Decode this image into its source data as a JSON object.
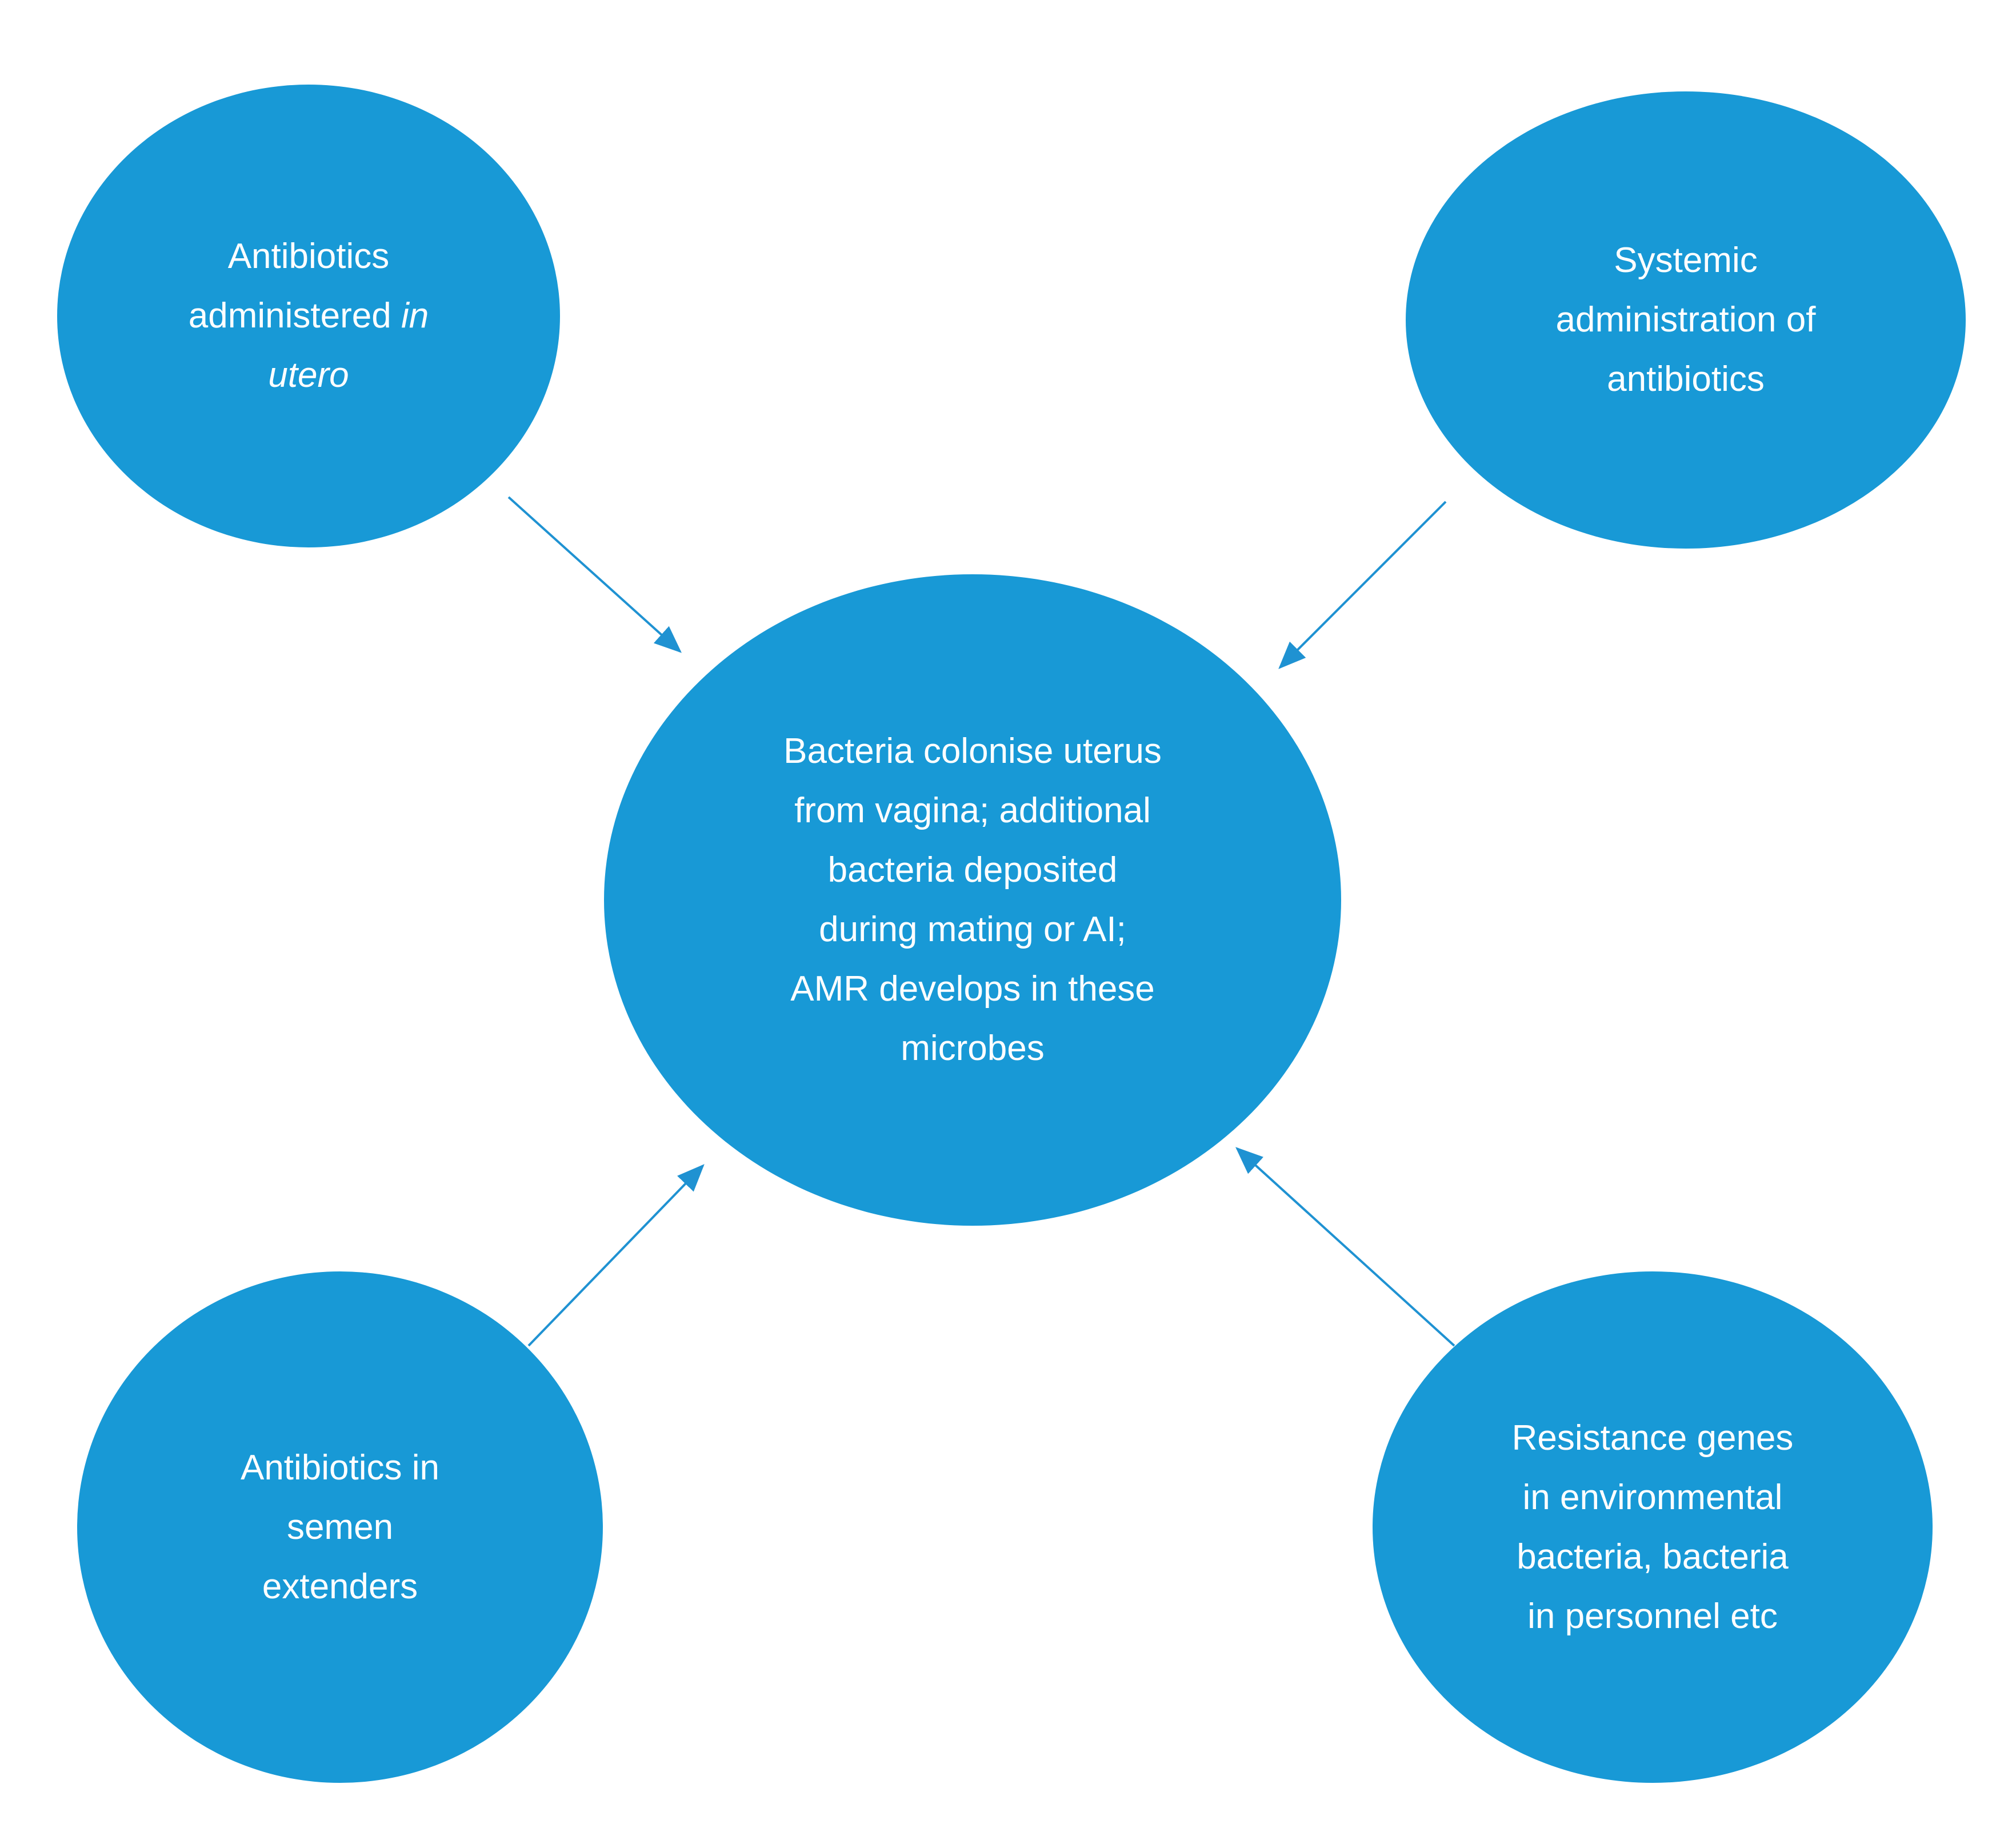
{
  "colors": {
    "circle_fill": "#1899d6",
    "arrow": "#1f92d2",
    "text": "#ffffff",
    "background": "#ffffff"
  },
  "nodes": {
    "top_left": {
      "lines": [
        "Antibiotics",
        "administered",
        "utero"
      ],
      "italic": "in"
    },
    "top_right": {
      "lines": [
        "Systemic",
        "administration of",
        "antibiotics"
      ]
    },
    "center": {
      "lines": [
        "Bacteria colonise uterus",
        "from vagina; additional",
        "bacteria deposited",
        "during mating or AI;",
        "AMR develops in these",
        "microbes"
      ]
    },
    "bottom_left": {
      "lines": [
        "Antibiotics in",
        "semen",
        "extenders"
      ]
    },
    "bottom_right": {
      "lines": [
        "Resistance genes",
        "in environmental",
        "bacteria, bacteria",
        "in personnel etc"
      ]
    }
  },
  "edges": [
    {
      "from": "top_left",
      "to": "center"
    },
    {
      "from": "top_right",
      "to": "center"
    },
    {
      "from": "bottom_left",
      "to": "center"
    },
    {
      "from": "bottom_right",
      "to": "center"
    }
  ]
}
